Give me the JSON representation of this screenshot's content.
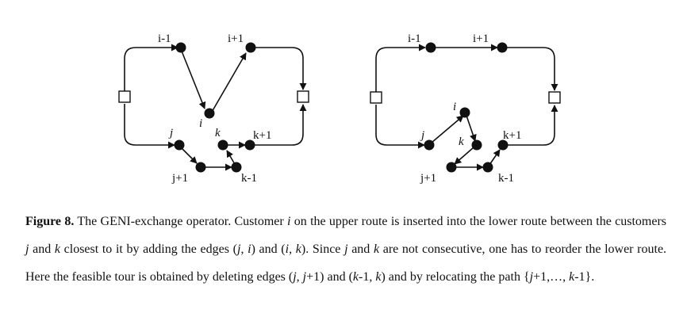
{
  "diagram": {
    "left": {
      "labels": {
        "i_minus_1": "i-1",
        "i_plus_1": "i+1",
        "i": "i",
        "j": "j",
        "k": "k",
        "k_plus_1": "k+1",
        "j_plus_1": "j+1",
        "k_minus_1": "k-1"
      }
    },
    "right": {
      "labels": {
        "i_minus_1": "i-1",
        "i_plus_1": "i+1",
        "i": "i",
        "j": "j",
        "k": "k",
        "k_plus_1": "k+1",
        "j_plus_1": "j+1",
        "k_minus_1": "k-1"
      }
    }
  },
  "caption": {
    "figure_label": "Figure 8.",
    "parts": [
      " The GENI-exchange operator. Customer ",
      "i",
      " on the upper route is inserted into the lower route between the customers ",
      "j",
      " and ",
      "k",
      " closest to it by adding the edges (",
      "j",
      ", ",
      "i",
      ") and (",
      "i",
      ", ",
      "k",
      "). Since ",
      "j",
      " and ",
      "k",
      " are not consecutive, one has to reorder the lower route. Here the feasible tour is obtained by deleting edges (",
      "j",
      ", ",
      "j",
      "+1) and (",
      "k",
      "-1, ",
      "k",
      ") and by relocating the path {",
      "j",
      "+1,…, ",
      "k",
      "-1}."
    ]
  }
}
